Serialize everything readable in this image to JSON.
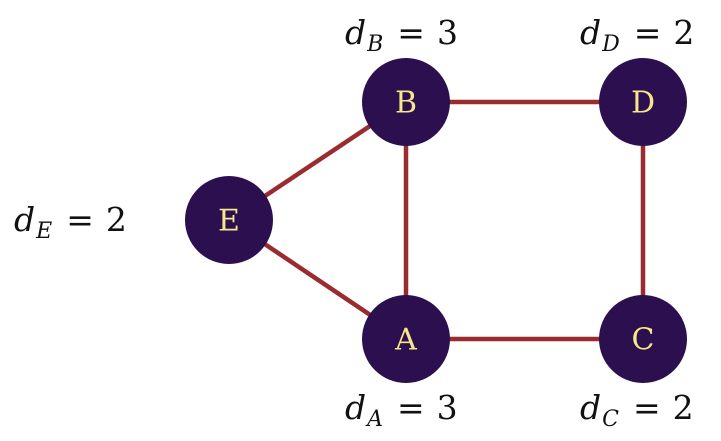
{
  "diagram": {
    "title": "Graph with node degrees",
    "colors": {
      "node_fill": "#2c0f4e",
      "node_label": "#f6e78b",
      "edge": "#9a2b2f"
    },
    "nodes": [
      {
        "id": "A",
        "label": "A",
        "degree": 3,
        "degree_symbol": "d",
        "degree_subscript": "A",
        "degree_value": "3"
      },
      {
        "id": "B",
        "label": "B",
        "degree": 3,
        "degree_symbol": "d",
        "degree_subscript": "B",
        "degree_value": "3"
      },
      {
        "id": "C",
        "label": "C",
        "degree": 2,
        "degree_symbol": "d",
        "degree_subscript": "C",
        "degree_value": "2"
      },
      {
        "id": "D",
        "label": "D",
        "degree": 2,
        "degree_symbol": "d",
        "degree_subscript": "D",
        "degree_value": "2"
      },
      {
        "id": "E",
        "label": "E",
        "degree": 2,
        "degree_symbol": "d",
        "degree_subscript": "E",
        "degree_value": "2"
      }
    ],
    "edges": [
      {
        "from": "E",
        "to": "B"
      },
      {
        "from": "E",
        "to": "A"
      },
      {
        "from": "B",
        "to": "A"
      },
      {
        "from": "B",
        "to": "D"
      },
      {
        "from": "A",
        "to": "C"
      },
      {
        "from": "D",
        "to": "C"
      }
    ],
    "equals_sign": "="
  }
}
